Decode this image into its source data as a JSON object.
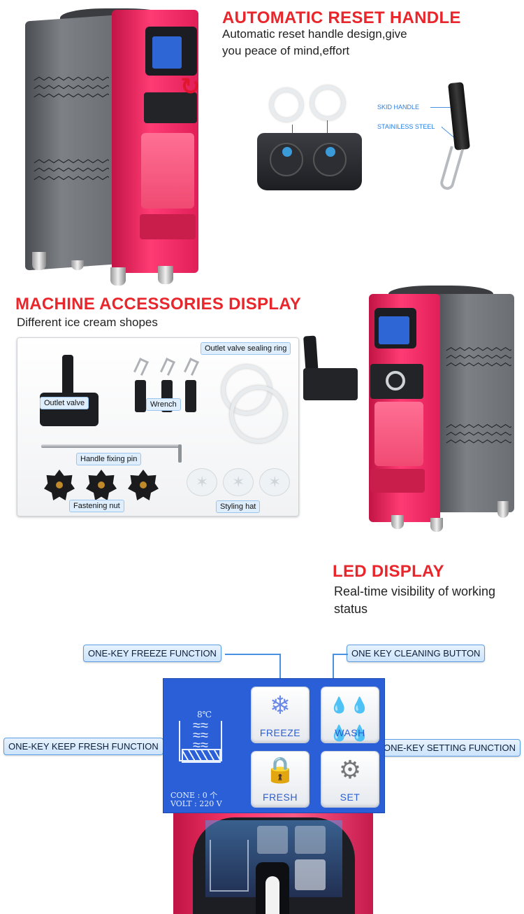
{
  "colors": {
    "title_red": "#e8262b",
    "callout_blue": "#4a90e2",
    "machine_pink": "#ff3b74",
    "panel_blue": "#2b5fd8"
  },
  "section_reset": {
    "title": "AUTOMATIC RESET HANDLE",
    "desc_line1": "Automatic reset handle design,give",
    "desc_line2": "you peace of mind,effort",
    "skid_label": "SKID HANDLE",
    "steel_label": "STAINILESS STEEL"
  },
  "section_accessories": {
    "title": "MACHINE ACCESSORIES DISPLAY",
    "desc": "Different ice cream shopes",
    "items": {
      "outlet_valve": "Outlet valve",
      "wrench": "Wrench",
      "sealing_ring": "Outlet valve sealing ring",
      "fixing_pin": "Handle fixing pin",
      "fastening_nut": "Fastening nut",
      "styling_hat": "Styling hat"
    }
  },
  "section_led": {
    "title": "LED DISPLAY",
    "desc_line1": "Real-time visibility of working",
    "desc_line2": "status",
    "callouts": {
      "freeze": "ONE-KEY FREEZE FUNCTION",
      "clean": "ONE KEY CLEANING BUTTON",
      "fresh": "ONE-KEY KEEP FRESH FUNCTION",
      "setting": "ONE-KEY SETTING FUNCTION"
    },
    "keys": {
      "freeze": "FREEZE",
      "wash": "WASH",
      "fresh": "FRESH",
      "set": "SET"
    },
    "temp": "8℃",
    "cone_line": "CONE :  0  个",
    "volt_line": "VOLT : 220  V"
  }
}
